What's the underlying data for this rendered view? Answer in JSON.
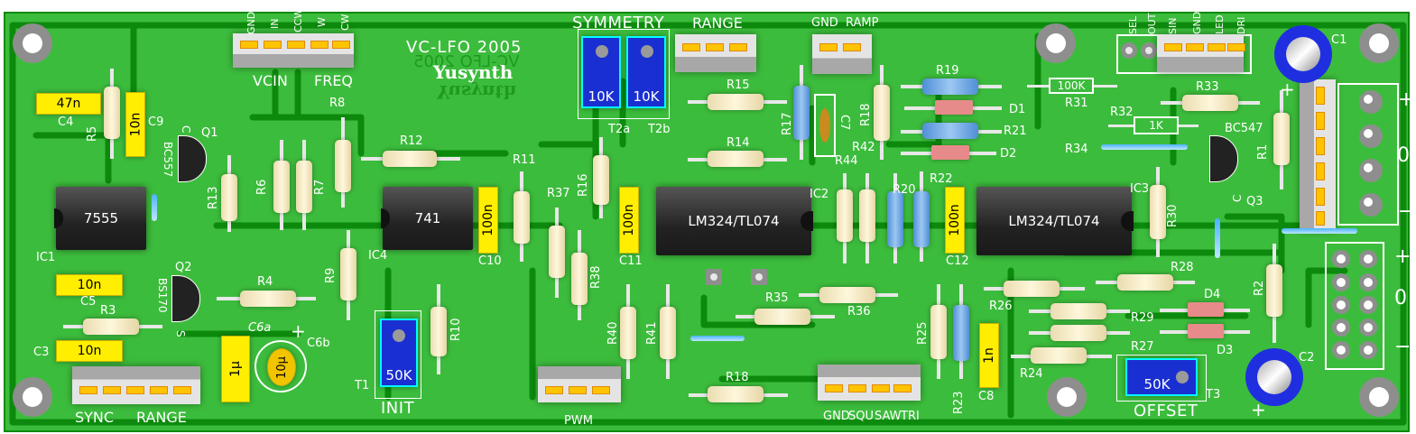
{
  "board": {
    "title": "VC-LFO 2005",
    "logo": "Yusynth",
    "colors": {
      "pcb": "#3cbc3c",
      "trace": "#0d8a0d",
      "silkscreen": "#ffffff",
      "capacitor": "#ffee00",
      "trimmer": "#1a2fd1"
    }
  },
  "ics": [
    {
      "ref": "IC1",
      "part": "7555"
    },
    {
      "ref": "IC4",
      "part": "741"
    },
    {
      "ref": "IC2",
      "part": "LM324/TL074"
    },
    {
      "ref": "IC3",
      "part": "LM324/TL074"
    }
  ],
  "capacitors": [
    {
      "ref": "C4",
      "value": "47n"
    },
    {
      "ref": "C9",
      "value": "10n"
    },
    {
      "ref": "C5",
      "value": "10n"
    },
    {
      "ref": "C3",
      "value": "10n"
    },
    {
      "ref": "C6a",
      "value": "1µ"
    },
    {
      "ref": "C6b",
      "value": "10µ"
    },
    {
      "ref": "C10",
      "value": "100n"
    },
    {
      "ref": "C11",
      "value": "100n"
    },
    {
      "ref": "C12",
      "value": "100n"
    },
    {
      "ref": "C8",
      "value": "1n"
    },
    {
      "ref": "C7",
      "value": ""
    },
    {
      "ref": "C1",
      "value": ""
    },
    {
      "ref": "C2",
      "value": ""
    }
  ],
  "trimmers": [
    {
      "ref": "T2a",
      "value": "10K",
      "label": "SYMMETRY"
    },
    {
      "ref": "T2b",
      "value": "10K",
      "label": ""
    },
    {
      "ref": "T1",
      "value": "50K",
      "label": "INIT"
    },
    {
      "ref": "T3",
      "value": "50K",
      "label": "OFFSET"
    }
  ],
  "transistors": [
    {
      "ref": "Q1",
      "part": "BC557",
      "pin_mark": "C"
    },
    {
      "ref": "Q2",
      "part": "BS170",
      "pin_mark": "S"
    },
    {
      "ref": "Q3",
      "part": "BC547",
      "pin_mark": "C"
    }
  ],
  "resistors": {
    "R1": "R1",
    "R2": "R2",
    "R3": "R3",
    "R4": "R4",
    "R5": "R5",
    "R6": "R6",
    "R7": "R7",
    "R8": "R8",
    "R9": "R9",
    "R10": "R10",
    "R11": "R11",
    "R12": "R12",
    "R13": "R13",
    "R14": "R14",
    "R15": "R15",
    "R16": "R16",
    "R17": "R17",
    "R18a": "R18",
    "R18b": "R18",
    "R19": "R19",
    "R20": "R20",
    "R21": "R21",
    "R22": "R22",
    "R23": "R23",
    "R24": "R24",
    "R25": "R25",
    "R26": "R26",
    "R27": "R27",
    "R28": "R28",
    "R29": "R29",
    "R30": "R30",
    "R31": "R31",
    "R32": "R32",
    "R33": "R33",
    "R34": "R34",
    "R35": "R35",
    "R36": "R36",
    "R37": "R37",
    "R38": "R38",
    "R40": "R40",
    "R41": "R41",
    "R42": "R42",
    "R44": "R44"
  },
  "marked_resistors": {
    "R31_value": "100K",
    "R32_value": "1K"
  },
  "diodes": [
    "D1",
    "D2",
    "D3",
    "D4"
  ],
  "connectors": {
    "vcin_freq": {
      "pins": [
        "GND",
        "IN",
        "CCW",
        "W",
        "CW"
      ],
      "labels": [
        "VCIN",
        "FREQ"
      ]
    },
    "sync_range": {
      "labels": [
        "SYNC",
        "RANGE"
      ]
    },
    "range": {
      "label": "RANGE"
    },
    "gnd_ramp": {
      "labels": [
        "GND",
        "RAMP"
      ]
    },
    "pwm": {
      "label": "PWM"
    },
    "outputs": {
      "labels": [
        "GND",
        "SQU",
        "SAW",
        "TRI"
      ]
    },
    "led_panel": {
      "pins": [
        "SEL",
        "OUT",
        "SIN",
        "GND",
        "LED",
        "DRI"
      ]
    },
    "power_top": {
      "marks": [
        "+",
        "0",
        "−"
      ]
    },
    "power_bottom": {
      "marks": [
        "+",
        "0",
        "−"
      ]
    }
  },
  "polarity_marks": {
    "plus": "+"
  }
}
